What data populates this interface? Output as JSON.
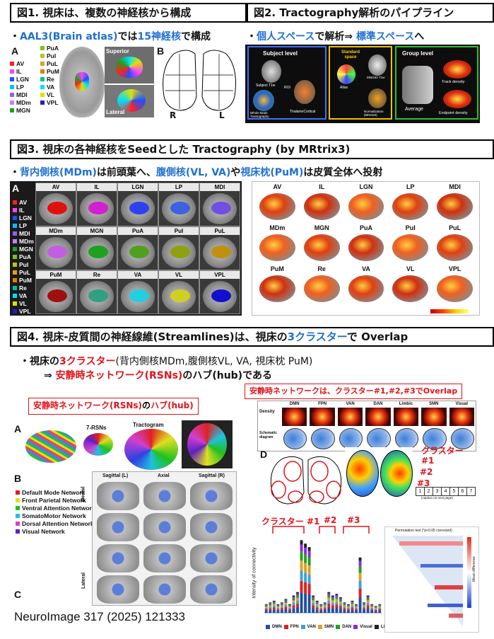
{
  "fig1": {
    "title": "図1.  視床は、複数の神経核から構成",
    "bullet_prefix": "・",
    "bullet_blue1": "AAL3(Brain atlas)",
    "bullet_mid": "では",
    "bullet_blue2": "15神経核",
    "bullet_end": "で構成",
    "panelA": "A",
    "panelB": "B",
    "legend_col1": [
      "AV",
      "IL",
      "LGN",
      "LP",
      "MDl",
      "MDm",
      "MGN"
    ],
    "legend_col1_colors": [
      "#ff2020",
      "#ff40ff",
      "#2050ff",
      "#00c0ff",
      "#9060ff",
      "#c080ff",
      "#20a020"
    ],
    "legend_col2": [
      "PuA",
      "PuI",
      "PuL",
      "PuM",
      "Re",
      "VA",
      "VL",
      "VPL"
    ],
    "legend_col2_colors": [
      "#80c020",
      "#c0c020",
      "#e0a020",
      "#e08000",
      "#00c0a0",
      "#00e0ff",
      "#e0e000",
      "#2020c0"
    ],
    "superior": "Superior",
    "lateral": "Lateral",
    "R": "R",
    "L": "L"
  },
  "fig2": {
    "title": "図2. Tractography解析のパイプライン",
    "bullet_prefix": "・",
    "bullet_blue1": "個人スペース",
    "bullet_mid": "で解析⇒  ",
    "bullet_blue2": "標準スペース",
    "bullet_end": "へ",
    "subject_level": "Subject level",
    "standard_space": "Standard space",
    "group_level": "Group level",
    "subject_t1w": "Subject T1w",
    "roi": "ROI",
    "whole_brain": "Whole Brain Tractography",
    "thalamocortical": "ThalamoCortical",
    "atlas": "Atlas",
    "mni152": "MNI152 T1w",
    "normalization": "Normalization (MNI152)",
    "average": "Average",
    "track_density": "Track density",
    "endpoint_density": "Endpoint density"
  },
  "fig3": {
    "title": "図3.   視床の各神経核をSeedとした Tractography (by MRtrix3)",
    "bullet_prefix": "・",
    "bullet_blue1": "背内側核(MDm)",
    "bullet_mid1": "は前頭葉へ、",
    "bullet_blue2": "腹側核(VL, VA)",
    "bullet_mid2": "や",
    "bullet_blue3": "視床枕(PuM)",
    "bullet_end": "は皮質全体へ投射",
    "panelA": "A",
    "legend": [
      "AV",
      "IL",
      "LGN",
      "LP",
      "MDl",
      "MDm",
      "MGN",
      "PuA",
      "PuI",
      "PuL",
      "PuM",
      "Re",
      "VA",
      "VL",
      "VPL"
    ],
    "legend_colors": [
      "#ff2020",
      "#ff40ff",
      "#2050ff",
      "#00c0ff",
      "#9060ff",
      "#c080ff",
      "#20a020",
      "#80c020",
      "#c0c020",
      "#e0a020",
      "#e08000",
      "#00c0a0",
      "#00e0ff",
      "#e0e000",
      "#2020c0"
    ],
    "tiles": [
      "AV",
      "IL",
      "LGN",
      "LP",
      "MDl",
      "MDm",
      "MGN",
      "PuA",
      "PuI",
      "PuL",
      "PuM",
      "Re",
      "VA",
      "VL",
      "VPL"
    ],
    "tile_colors": [
      "#e01010",
      "#d020d0",
      "#3040f0",
      "#4060e0",
      "#7050e0",
      "#c060e0",
      "#20a020",
      "#50a020",
      "#90a010",
      "#c09010",
      "#a01010",
      "#30a080",
      "#20d0e0",
      "#d0d020",
      "#1010d0"
    ]
  },
  "fig4": {
    "title": "図4.   視床-皮質間の神経線維(Streamlines)は、視床の",
    "title_blue": "3クラスター",
    "title_end": "で  Overlap",
    "b1_prefix": "・視床の",
    "b1_red": "3クラスター",
    "b1_rest": "(背内側核MDm,腹側核VL, VA, 視床枕 PuM)",
    "b2_prefix": "⇒ ",
    "b2_red": "安静時ネットワーク(RSNs)",
    "b2_rest": "のハブ(hub)である",
    "rsn_box": "安静時ネットワーク(RSNs)のハブ(hub)",
    "rsn_box_red": "安静時ネットワーク(RSNs)",
    "rsn_box_rest": "の",
    "rsn_box_red2": "ハブ(hub)",
    "overlap_box": "安静時ネットワークは、クラスター#1,#2,#3でOverlap",
    "panelA": "A",
    "panelB": "B",
    "panelC": "C",
    "panelD": "D",
    "seven_rsns": "7-RSNs",
    "tractogram": "Tractogram",
    "sagittal_l": "Sagittal (L)",
    "axial": "Axial",
    "sagittal_r": "Sagittal (R)",
    "medial": "Medial",
    "lateral": "Lateral",
    "networks": [
      "Default Mode Network",
      "Front Parietal Network",
      "Ventral Attention Network",
      "SomatoMotor Network",
      "Dorsal Attention Network",
      "Visual Network"
    ],
    "network_colors": [
      "#e02020",
      "#e0e020",
      "#20c020",
      "#20c0e0",
      "#d040d0",
      "#6020c0"
    ],
    "rsn_cols": [
      "DMN",
      "FPN",
      "VAN",
      "DAN",
      "Limbic",
      "SMN",
      "Visual"
    ],
    "density": "Density",
    "schematic": "Schematic diagram",
    "cluster_title": "クラスター",
    "clusters": [
      "#1",
      "#2",
      "#3"
    ],
    "cluster_top_labels": [
      "クラスター #1",
      "#2",
      "#3"
    ],
    "scale_nums": [
      "1",
      "2",
      "3",
      "4",
      "5",
      "6",
      "7"
    ],
    "caption_next": "(caption on next page)",
    "ylabel": "Intensity of connectivity",
    "series_legend": [
      "DMN",
      "FPN",
      "VAN",
      "SMN",
      "DAN",
      "Visual",
      "Limbic"
    ],
    "series_colors": [
      "#1f4fa0",
      "#e02020",
      "#40a0e0",
      "#e0a020",
      "#20a020",
      "#8a2be2",
      "#222222"
    ],
    "perm_title": "Permutation test (*p<0.05 corrected)",
    "mean_diff": "Mean difference",
    "citation": "NeuroImage 317 (2025) 121333"
  },
  "chart_data": {
    "type": "bar",
    "ylabel": "Intensity of connectivity",
    "series": [
      {
        "name": "DMN"
      },
      {
        "name": "FPN"
      },
      {
        "name": "VAN"
      },
      {
        "name": "SMN"
      },
      {
        "name": "DAN"
      },
      {
        "name": "Visual"
      },
      {
        "name": "Limbic"
      }
    ],
    "bar_totals": [
      0.05,
      0.06,
      0.07,
      0.05,
      0.06,
      0.08,
      0.05,
      0.1,
      0.12,
      0.42,
      0.4,
      0.38,
      0.1,
      0.07,
      0.05,
      0.06,
      0.12,
      0.1,
      0.11,
      0.09,
      0.06,
      0.05,
      0.07,
      0.05,
      0.32,
      0.06,
      0.1,
      0.05,
      0.04,
      0.05
    ]
  }
}
